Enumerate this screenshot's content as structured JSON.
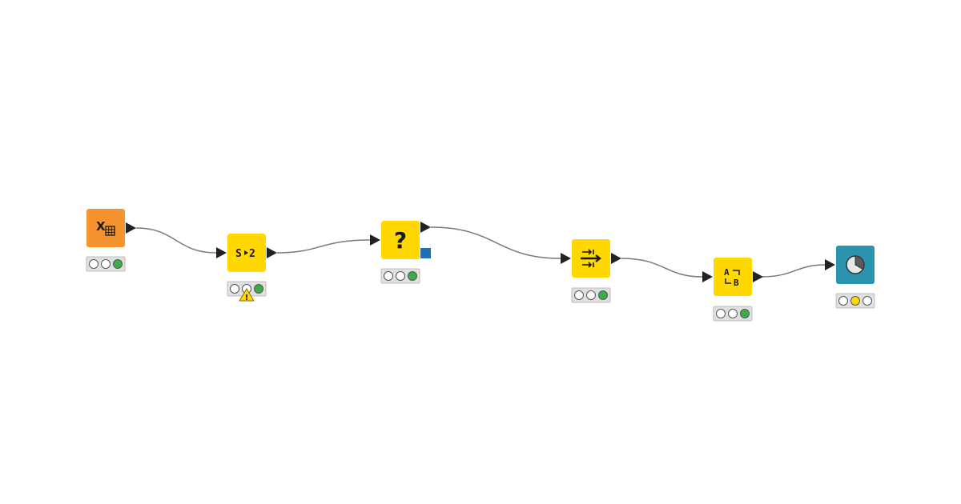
{
  "workflow": {
    "nodes": [
      {
        "id": "excel-reader",
        "icon": "excel-table-icon",
        "color": "#F7932F",
        "status": [
          "off",
          "off",
          "green"
        ],
        "warning": false
      },
      {
        "id": "string-to-number",
        "icon": "string-to-number-icon",
        "color": "#FFD800",
        "status": [
          "off",
          "off",
          "green"
        ],
        "warning": true
      },
      {
        "id": "missing-value",
        "icon": "question-mark-icon",
        "color": "#FFD800",
        "status": [
          "off",
          "off",
          "green"
        ],
        "warning": false,
        "extra_port": true
      },
      {
        "id": "column-filter",
        "icon": "column-filter-arrows-icon",
        "color": "#FFD800",
        "status": [
          "off",
          "off",
          "green"
        ],
        "warning": false
      },
      {
        "id": "column-rename",
        "icon": "column-rename-ab-icon",
        "color": "#FFD800",
        "status": [
          "off",
          "off",
          "green"
        ],
        "warning": false
      },
      {
        "id": "pie-chart",
        "icon": "pie-chart-icon",
        "color": "#2C93AE",
        "status": [
          "off",
          "yellow",
          "off"
        ],
        "warning": false
      }
    ],
    "colors": {
      "status_green": "#3DAB48",
      "status_yellow": "#FFD800",
      "status_off": "#FFFFFF",
      "traffic_light_bg": "#E0E0E0",
      "connection": "#7A7A7A",
      "port": "#222222",
      "flow_port": "#1F6FB5",
      "warning": "#FFD800"
    }
  }
}
